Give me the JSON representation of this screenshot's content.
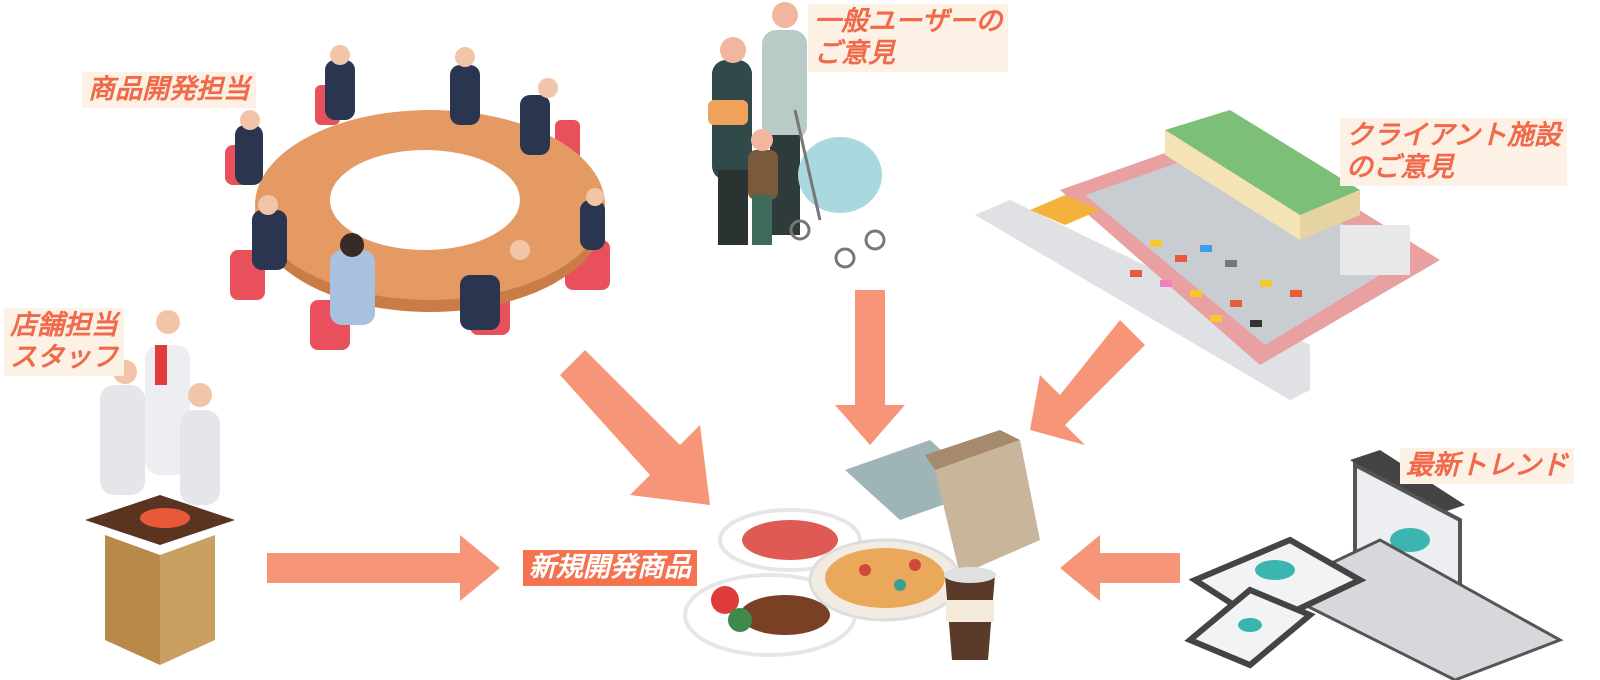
{
  "labels": {
    "product_dev": "商品開発担当",
    "general_users": "一般ユーザーの\nご意見",
    "client_facility": "クライアント施設\nのご意見",
    "store_staff": "店舗担当\nスタッフ",
    "latest_trends": "最新トレンド",
    "new_product": "新規開発商品"
  },
  "colors": {
    "arrow": "#f79579",
    "label_text": "#f06a4a",
    "label_bg": "#fdf1e6",
    "center_bg": "#f4724f"
  }
}
